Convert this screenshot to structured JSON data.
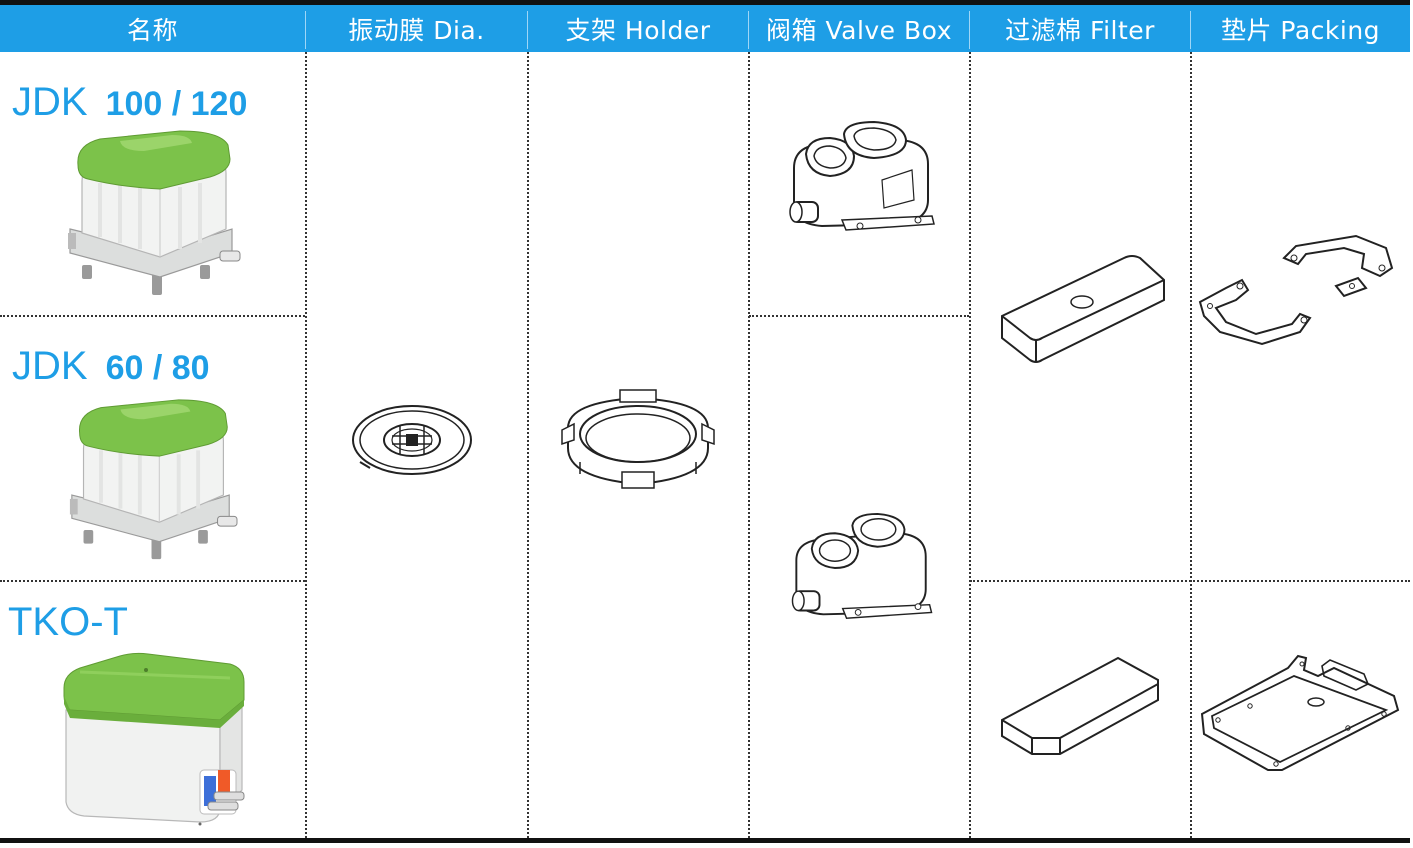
{
  "headers": [
    {
      "label": "名称"
    },
    {
      "label": "振动膜 Dia."
    },
    {
      "label": "支架 Holder"
    },
    {
      "label": "阀箱 Valve Box"
    },
    {
      "label": "过滤棉 Filter"
    },
    {
      "label": "垫片 Packing"
    }
  ],
  "models": [
    {
      "prefix": "JDK",
      "number": "100 / 120"
    },
    {
      "prefix": "JDK",
      "number": "60 / 80"
    },
    {
      "prefix": "TKO-T",
      "number": ""
    }
  ],
  "colors": {
    "header_bg": "#1e9ee6",
    "label": "#1e9ee6",
    "pump_top": "#7cc24a",
    "pump_body": "#f1f2f1"
  },
  "icons": [
    "jdk-pump-image",
    "tko-pump-image",
    "diaphragm-drawing",
    "holder-drawing",
    "valve-box-drawing",
    "filter-drawing",
    "packing-drawing"
  ]
}
